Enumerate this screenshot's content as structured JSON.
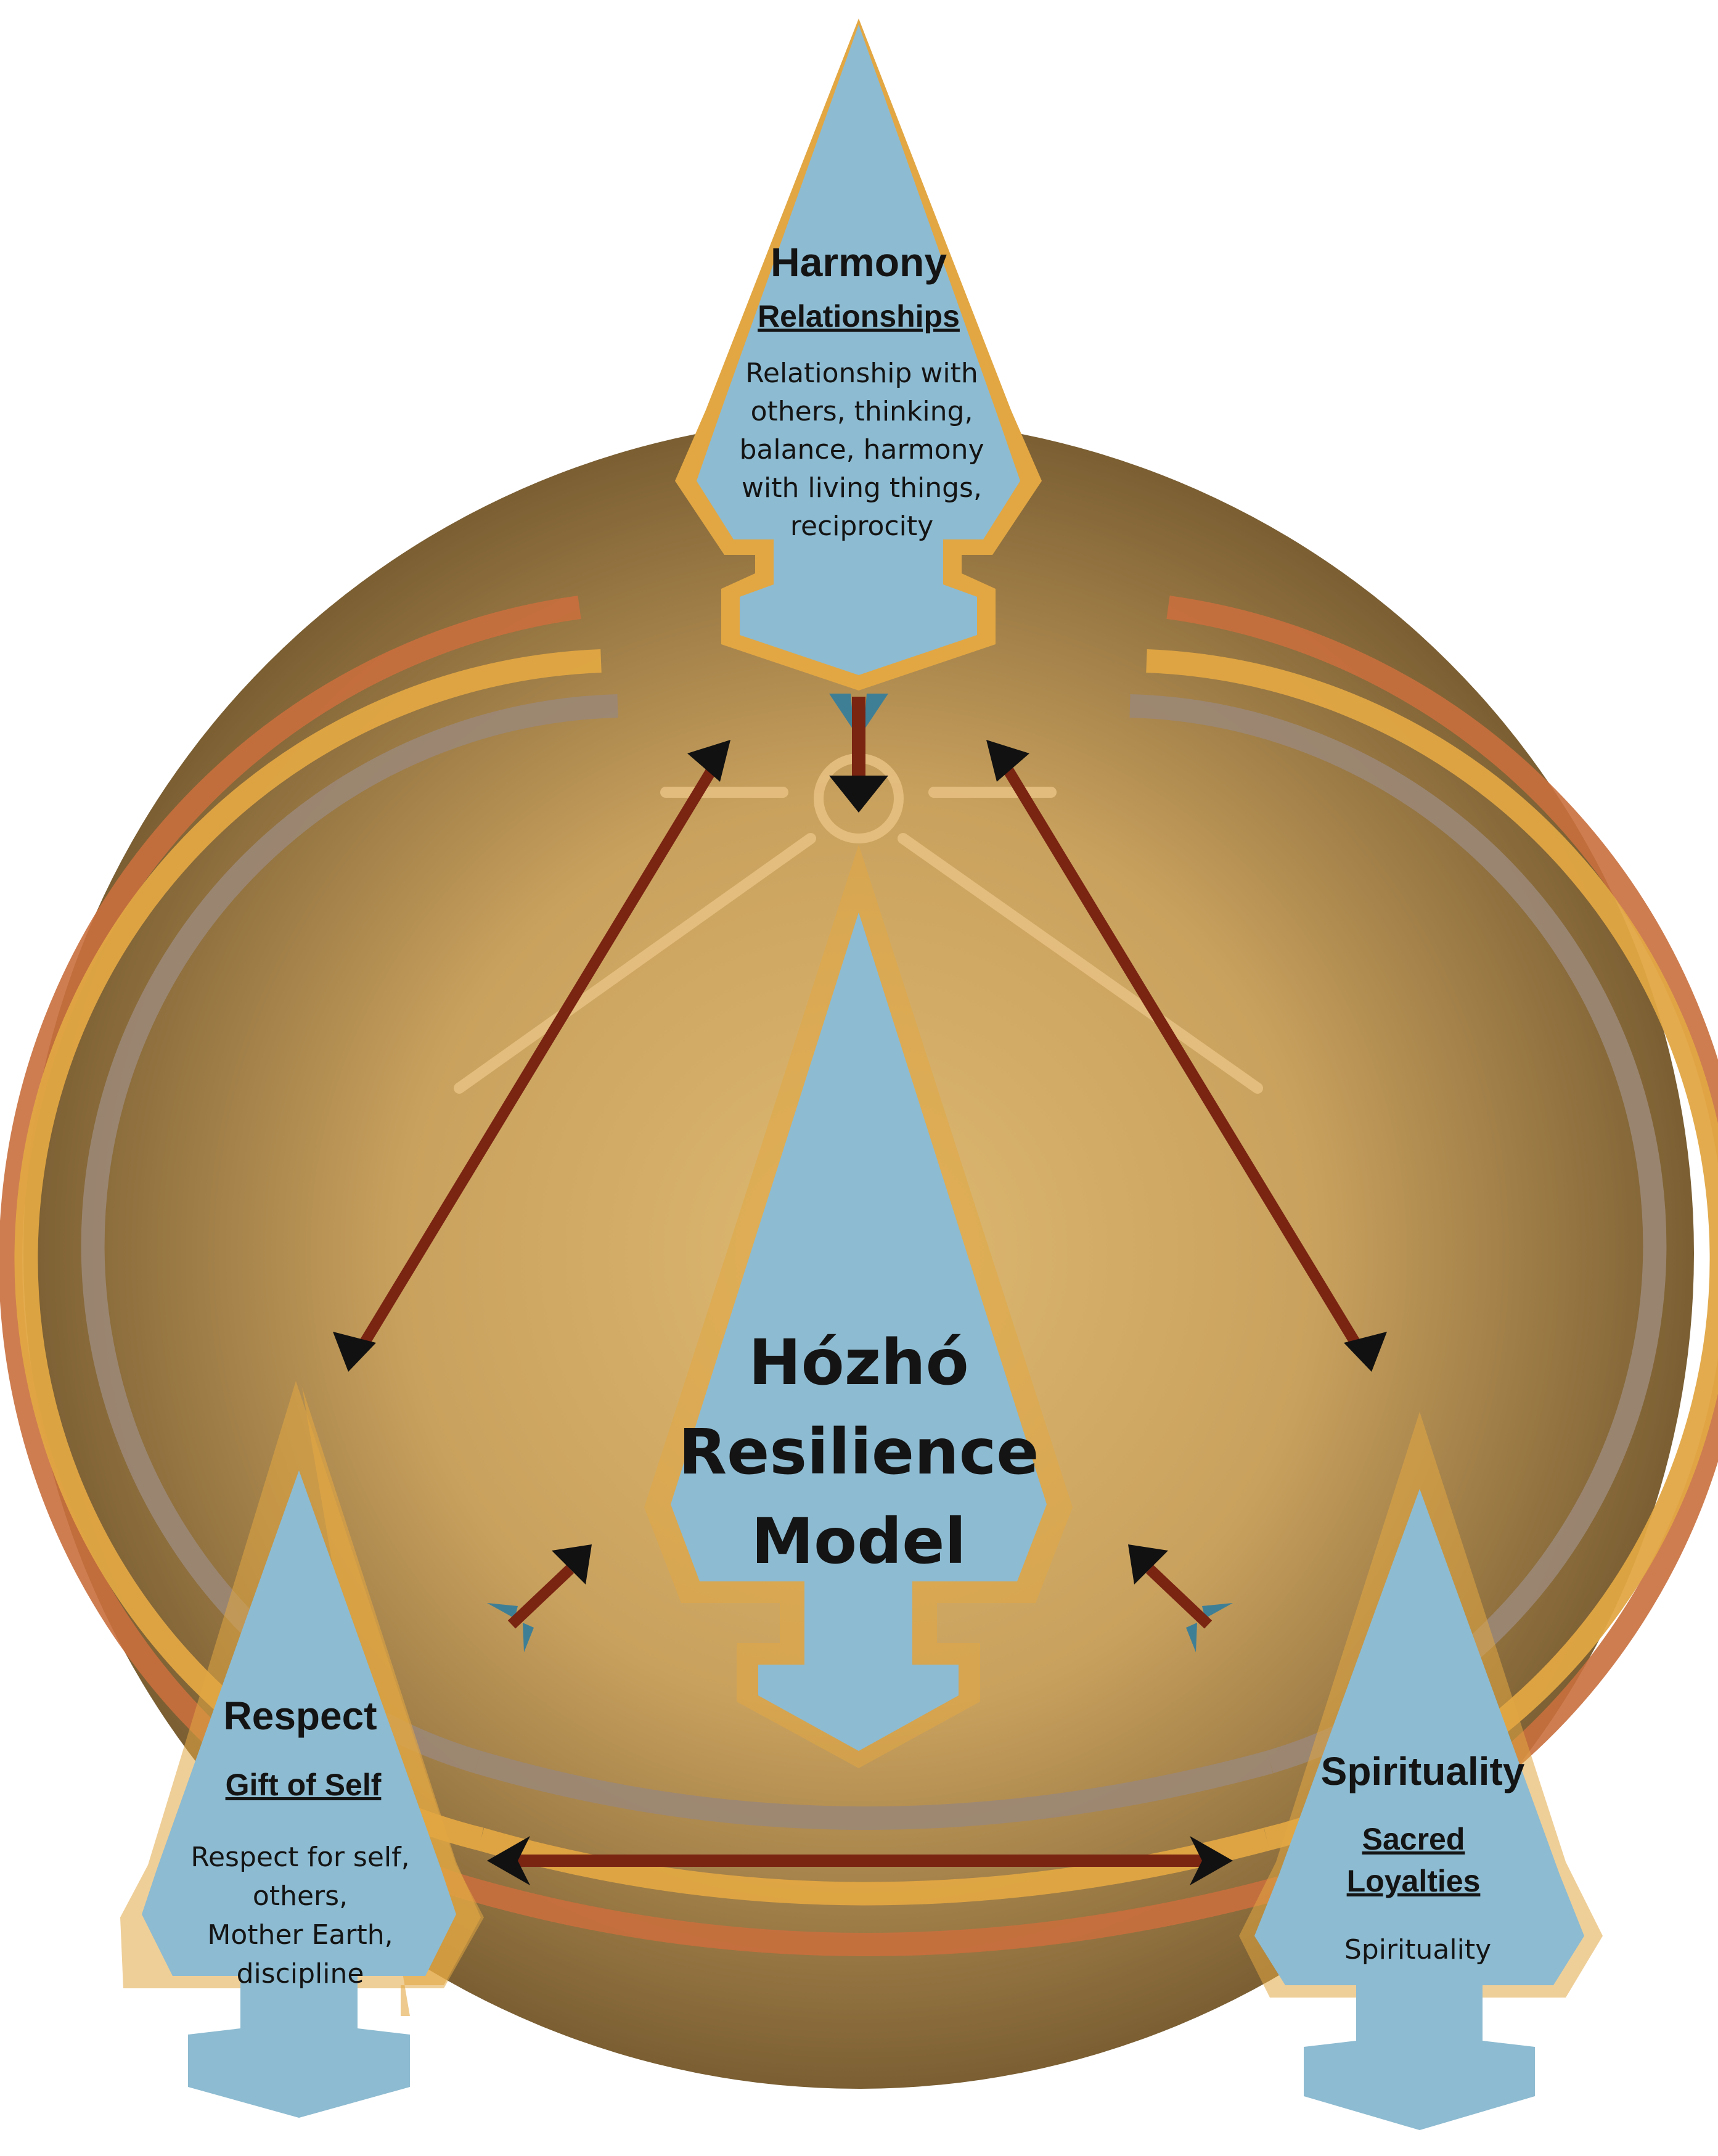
{
  "center": {
    "lines": [
      "Hózhó",
      "Resilience",
      "Model"
    ]
  },
  "harmony": {
    "title": "Harmony",
    "subtitle": "Relationships",
    "body": [
      "Relationship with",
      "others, thinking,",
      "balance, harmony",
      "with living things,",
      "reciprocity"
    ]
  },
  "respect": {
    "title": "Respect",
    "subtitle": "Gift of Self",
    "body": [
      "Respect for self,",
      "others,",
      "Mother Earth,",
      "discipline"
    ]
  },
  "spirituality": {
    "title": "Spirituality",
    "subtitle": [
      "Sacred",
      "Loyalties"
    ],
    "body": [
      "Spirituality"
    ]
  },
  "colors": {
    "circle_light": "#deba72",
    "circle_dark": "#7b5f33",
    "arrowhead_blue": "#8dbbd1",
    "arrowhead_border": "#e2a743",
    "ring_orange": "#c96f3d",
    "ring_gold": "#e2a743",
    "ring_mauve": "#9b8776",
    "arrow_shaft": "#7a2412",
    "arrow_tip": "#111111",
    "fletching": "#3f7f95"
  }
}
